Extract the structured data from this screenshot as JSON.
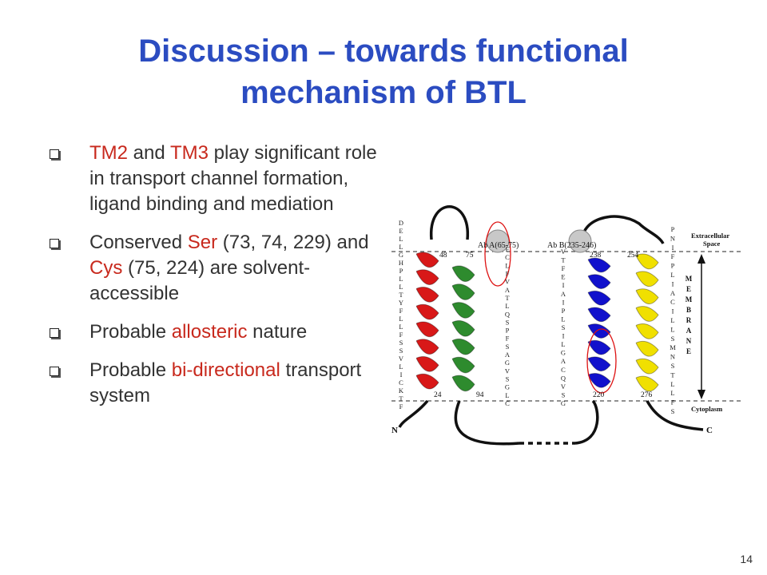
{
  "slide": {
    "title_line1": "Discussion – towards functional",
    "title_line2": "mechanism of BTL",
    "page_number": "14"
  },
  "bullets": [
    {
      "parts": [
        {
          "text": "TM2",
          "hl": true
        },
        {
          "text": " and ",
          "hl": false
        },
        {
          "text": "TM3",
          "hl": true
        },
        {
          "text": " play significant role in transport channel formation, ligand binding and mediation",
          "hl": false
        }
      ]
    },
    {
      "parts": [
        {
          "text": "Conserved ",
          "hl": false
        },
        {
          "text": "Ser",
          "hl": true
        },
        {
          "text": " (73, 74, 229) and ",
          "hl": false
        },
        {
          "text": "Cys",
          "hl": true
        },
        {
          "text": " (75, 224) are solvent-accessible",
          "hl": false
        }
      ]
    },
    {
      "parts": [
        {
          "text": "Probable ",
          "hl": false
        },
        {
          "text": "allosteric",
          "hl": true
        },
        {
          "text": " nature",
          "hl": false
        }
      ]
    },
    {
      "parts": [
        {
          "text": "Probable ",
          "hl": false
        },
        {
          "text": "bi-directional",
          "hl": true
        },
        {
          "text": " transport system",
          "hl": false
        }
      ]
    }
  ],
  "figure": {
    "labels": {
      "ab_a": "Ab A(65-75)",
      "ab_b": "Ab B(235-246)",
      "extracellular": "Extracellular",
      "space": "Space",
      "cytoplasm": "Cytoplasm",
      "n_term": "N",
      "c_term": "C",
      "membrane_letters": [
        "M",
        "E",
        "M",
        "B",
        "R",
        "A",
        "N",
        "E"
      ]
    },
    "residue_numbers": [
      "48",
      "75",
      "24",
      "94",
      "238",
      "254",
      "220",
      "276"
    ],
    "sequences": {
      "tm1": [
        "D",
        "E",
        "L",
        "L",
        "G",
        "H",
        "P",
        "L",
        "L",
        "T",
        "Y",
        "F",
        "L",
        "L",
        "F",
        "S",
        "S",
        "V",
        "L",
        "I",
        "C",
        "K",
        "T",
        "F"
      ],
      "tm2": [
        "F",
        "C",
        "L",
        "F",
        "V",
        "A",
        "T",
        "L",
        "Q",
        "S",
        "P",
        "F",
        "S",
        "A",
        "G",
        "V",
        "S",
        "G",
        "L",
        "C"
      ],
      "tm3": [
        "V",
        "T",
        "F",
        "E",
        "I",
        "A",
        "I",
        "P",
        "L",
        "S",
        "I",
        "L",
        "G",
        "A",
        "C",
        "Q",
        "V",
        "S",
        "G"
      ],
      "tm4": [
        "P",
        "N",
        "I",
        "F",
        "P",
        "L",
        "I",
        "A",
        "C",
        "I",
        "L",
        "L",
        "S",
        "M",
        "N",
        "S",
        "T",
        "L",
        "L",
        "F",
        "S"
      ]
    },
    "colors": {
      "tm1": "#d81818",
      "tm2": "#2e8b2e",
      "tm3": "#1111cc",
      "tm4": "#f0e000"
    }
  }
}
